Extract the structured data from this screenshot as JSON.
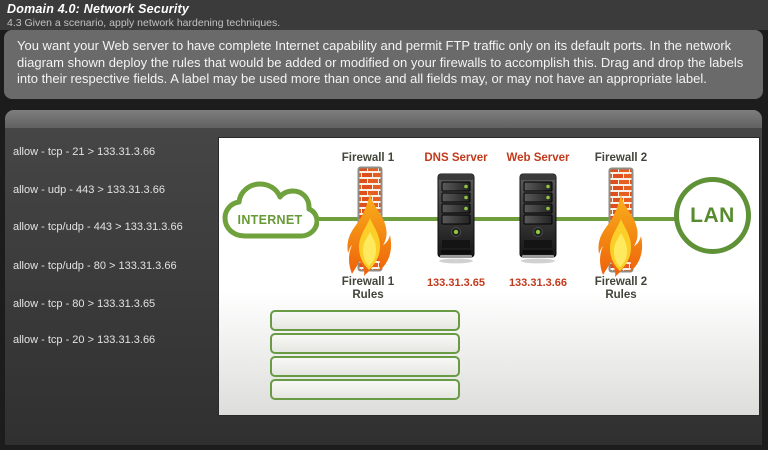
{
  "header": {
    "domain_title": "Domain 4.0: Network Security",
    "objective": "4.3 Given a scenario, apply network hardening techniques."
  },
  "instructions": "You want your Web server to have complete Internet capability and permit FTP traffic only on its default ports. In the network diagram shown deploy the rules that would be added or modified on your firewalls to accomplish this. Drag and drop the labels into their respective fields. A label may be used more than once and all fields may, or may not have an appropriate label.",
  "labels": [
    "allow - tcp - 21 > 133.31.3.66",
    "allow - udp - 443 > 133.31.3.66",
    "allow - tcp/udp - 443 > 133.31.3.66",
    "allow - tcp/udp - 80 > 133.31.3.66",
    "allow - tcp - 80 > 133.31.3.65",
    "allow - tcp - 20 > 133.31.3.66"
  ],
  "diagram": {
    "internet": "INTERNET",
    "lan": "LAN",
    "firewall1": {
      "title": "Firewall 1",
      "rules_line1": "Firewall 1",
      "rules_line2": "Rules"
    },
    "firewall2": {
      "title": "Firewall 2",
      "rules_line1": "Firewall 2",
      "rules_line2": "Rules"
    },
    "dns": {
      "title": "DNS Server",
      "ip": "133.31.3.65"
    },
    "web": {
      "title": "Web Server",
      "ip": "133.31.3.66"
    },
    "rule_slot_count": 4
  },
  "colors": {
    "network_green": "#6f9e3e",
    "server_red_text": "#c23a1c",
    "slot_border_green": "#699a44",
    "panel_dark": "#3b3b3b",
    "instruction_gray": "#6a6a6a"
  }
}
